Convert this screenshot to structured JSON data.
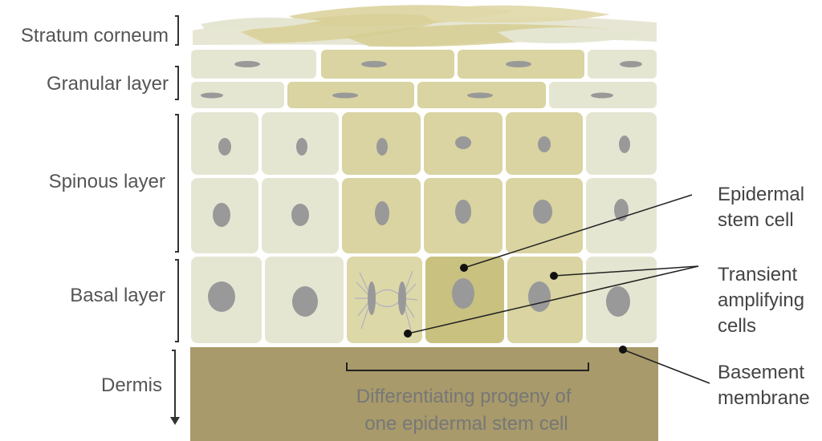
{
  "left_labels": {
    "stratum_corneum": "Stratum corneum",
    "granular_layer": "Granular layer",
    "spinous_layer": "Spinous layer",
    "basal_layer": "Basal layer",
    "dermis": "Dermis"
  },
  "right_labels": {
    "epidermal_stem_cell": [
      "Epidermal",
      "stem cell"
    ],
    "transient_amplifying": [
      "Transient",
      "amplifying",
      "cells"
    ],
    "basement_membrane": [
      "Basement",
      "membrane"
    ]
  },
  "progeny_caption": [
    "Differentiating progeny of",
    "one epidermal stem cell"
  ],
  "colors": {
    "pale_cell": "#e5e6d2",
    "tan_cell": "#d9d4a1",
    "stem_cell": "#c9c180",
    "dermis": "#a89a6a",
    "nucleus": "#999999",
    "corneum": "#d9d099"
  }
}
